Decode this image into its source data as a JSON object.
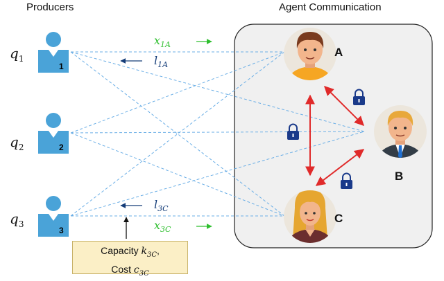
{
  "headings": {
    "producers": "Producers",
    "agents": "Agent Communication"
  },
  "producers": [
    {
      "q": "q",
      "q_sub": "1",
      "number": "1"
    },
    {
      "q": "q",
      "q_sub": "2",
      "number": "2"
    },
    {
      "q": "q",
      "q_sub": "3",
      "number": "3"
    }
  ],
  "flows": {
    "x1A": {
      "base": "x",
      "sub": "1A"
    },
    "l1A": {
      "base": "l",
      "sub": "1A"
    },
    "l3C": {
      "base": "l",
      "sub": "3C"
    },
    "x3C": {
      "base": "x",
      "sub": "3C"
    }
  },
  "agents": {
    "a": "A",
    "b": "B",
    "c": "C"
  },
  "capacity": {
    "line1_text": "Capacity ",
    "k_base": "k",
    "k_sub": "3C",
    "line1_suffix": ",",
    "line2_text": "Cost ",
    "c_base": "c",
    "c_sub": "3C"
  },
  "colors": {
    "producer_icon": "#4aa3d8",
    "dashed_link": "#6aaee6",
    "flow_x": "#2fbf2f",
    "flow_l": "#143c78",
    "secure_link": "#e02a2a",
    "lock": "#1a3a8a",
    "panel_bg": "#f0f0f0",
    "capacity_bg": "#fbefc6"
  },
  "icons": [
    "user-icon",
    "lock-icon",
    "avatar-a",
    "avatar-b",
    "avatar-c"
  ]
}
